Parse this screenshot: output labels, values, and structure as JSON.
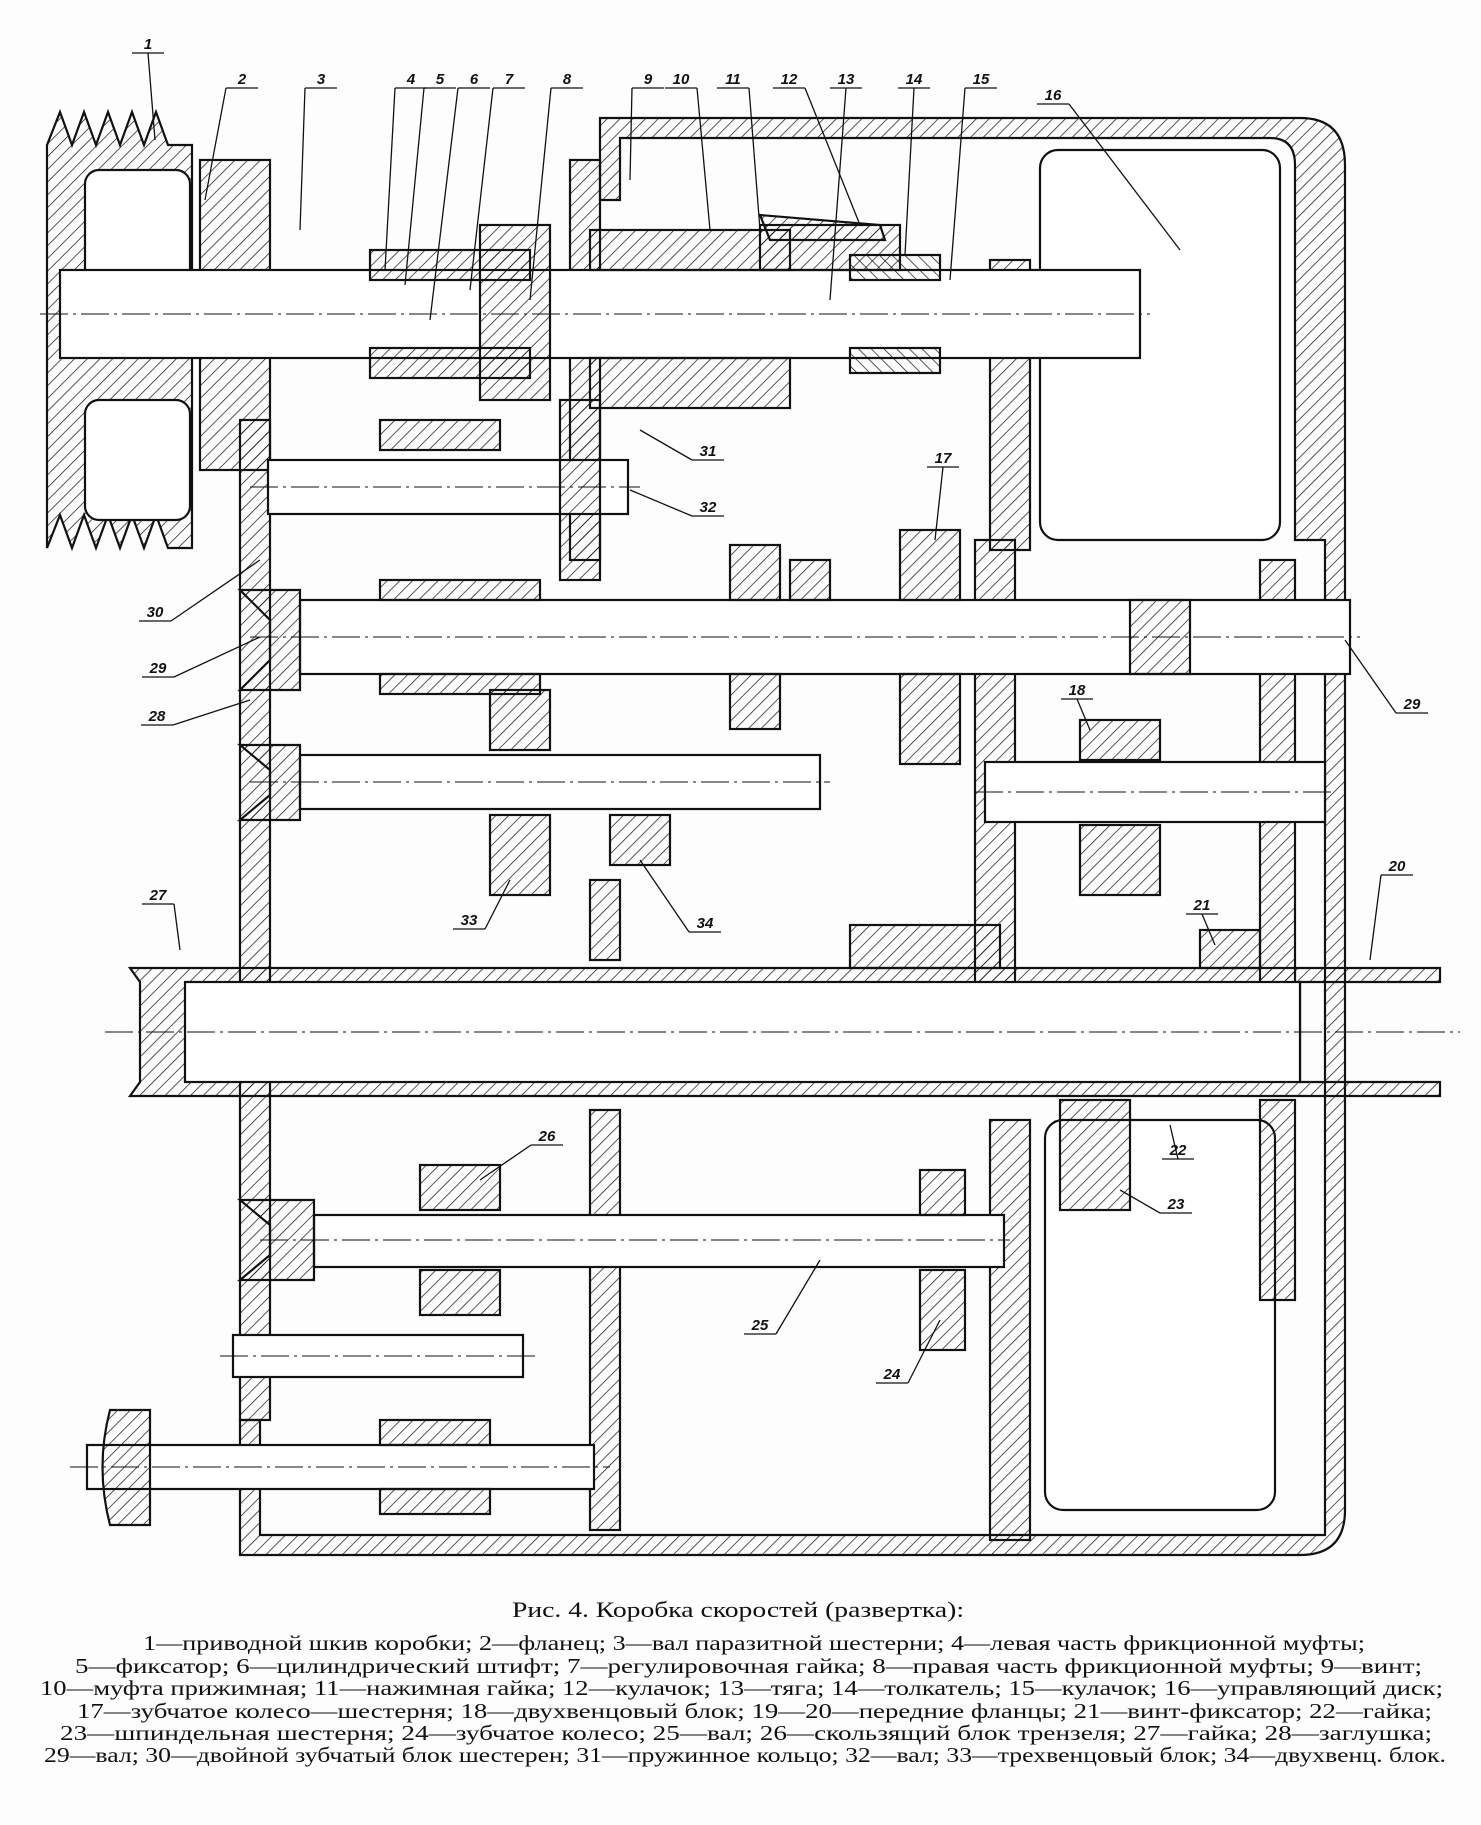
{
  "figure": {
    "title": "Рис. 4. Коробка скоростей (развертка):",
    "legend_lines": [
      "1—приводной шкив коробки; 2—фланец; 3—вал паразитной шестерни; 4—левая часть фрикционной муфты;",
      "5—фиксатор; 6—цилиндрический штифт; 7—регулировочная гайка; 8—правая часть фрикционной муфты; 9—винт;",
      "10—муфта прижимная; 11—нажимная гайка; 12—кулачок; 13—тяга; 14—толкатель; 15—кулачок; 16—управляющий диск;",
      "17—зубчатое колесо—шестерня; 18—двухвенцовый блок;  19—20—передние фланцы; 21—винт-фиксатор; 22—гайка;",
      "23—шпиндельная шестерня; 24—зубчатое колесо; 25—вал; 26—скользящий блок трензеля; 27—гайка; 28—заглушка;",
      "29—вал; 30—двойной зубчатый блок шестерен; 31—пружинное кольцо; 32—вал; 33—трехвенцовый блок; 34—двухвенц. блок."
    ]
  },
  "callouts": [
    "1",
    "2",
    "3",
    "4",
    "5",
    "6",
    "7",
    "8",
    "9",
    "10",
    "11",
    "12",
    "13",
    "14",
    "15",
    "16",
    "17",
    "18",
    "29",
    "20",
    "21",
    "22",
    "23",
    "24",
    "25",
    "26",
    "27",
    "28",
    "29",
    "30",
    "31",
    "32",
    "33",
    "34"
  ]
}
